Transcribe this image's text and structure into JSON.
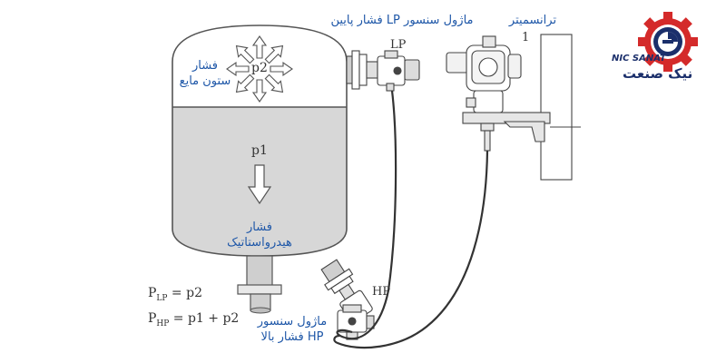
{
  "tank": {
    "gas_pressure_label": "p2",
    "liquid_pressure_label": "p1",
    "liquid_column_pressure_line1": "فشار",
    "liquid_column_pressure_line2": "ستون مایع",
    "hydrostatic_pressure_line1": "فشار",
    "hydrostatic_pressure_line2": "هیدرواستاتیک"
  },
  "low_pressure_module": {
    "title": "ماژول سنسور LP فشار پایین",
    "tag": "LP"
  },
  "high_pressure_module": {
    "title_line1": "ماژول سنسور",
    "title_line2": "HP فشار بالا",
    "tag": "HP"
  },
  "transmitter": {
    "title": "ترانسمیتر",
    "number": "1"
  },
  "formulas": {
    "p_lp": {
      "symbol": "P",
      "subscript": "LP",
      "rhs": "= p2"
    },
    "p_hp": {
      "symbol": "P",
      "subscript": "HP",
      "rhs": "= p1 + p2"
    }
  },
  "logo": {
    "latin": "NIC SANAT",
    "persian": "نیک صنعت",
    "colors": {
      "gear": "#d42a2a",
      "ring": "#1b2f6b"
    }
  },
  "colors": {
    "liquid": "#d7d7d7",
    "outline": "#555555",
    "label": "#1e57a8"
  }
}
